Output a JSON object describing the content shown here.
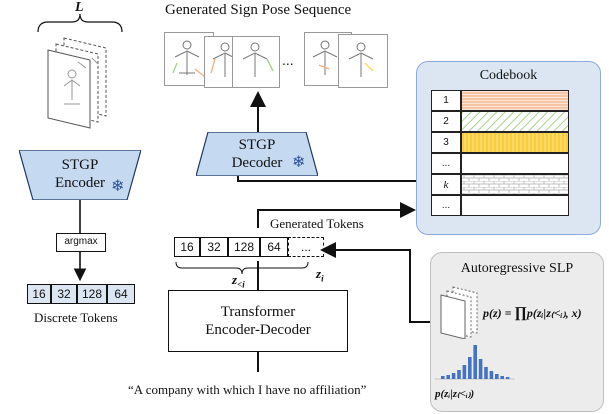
{
  "generated_sequence_title": "Generated Sign Pose Sequence",
  "sequence_ellipsis": "...",
  "input_clip_label": "L",
  "encoder": {
    "line1": "STGP",
    "line2": "Encoder"
  },
  "decoder": {
    "line1": "STGP",
    "line2": "Decoder"
  },
  "argmax_label": "argmax",
  "discrete_tokens": {
    "values": [
      "16",
      "32",
      "128",
      "64"
    ],
    "caption": "Discrete Tokens"
  },
  "codebook": {
    "title": "Codebook",
    "indices": [
      "1",
      "2",
      "3",
      "...",
      "k",
      "..."
    ],
    "colors": {
      "row1": "#f4b183",
      "row2": "#a9d18e",
      "row3": "#ffd966",
      "row5": "#bfbfbf"
    }
  },
  "generated_tokens": {
    "title": "Generated Tokens",
    "values": [
      "16",
      "32",
      "128",
      "64",
      "..."
    ],
    "z_lt": "z",
    "z_lt_sub": "<i",
    "z_i": "z",
    "z_i_sub": "i"
  },
  "transformer": {
    "line1": "Transformer",
    "line2": "Encoder-Decoder"
  },
  "input_sentence": "“A company with which I have no affiliation”",
  "autoregressive": {
    "title": "Autoregressive SLP",
    "formula_lhs": "p(z) = ",
    "formula_rhs": "p(zᵢ|z₍<ᵢ₎, x)",
    "dist_label": "p(zᵢ|z₍<ᵢ₎)"
  },
  "colors": {
    "stgp_fill": "#c5d9f1",
    "token_fill": "#dce6f2",
    "panel_fill": "#dce6f2",
    "gray_panel": "#ececec",
    "bar_blue": "#4472c4"
  }
}
